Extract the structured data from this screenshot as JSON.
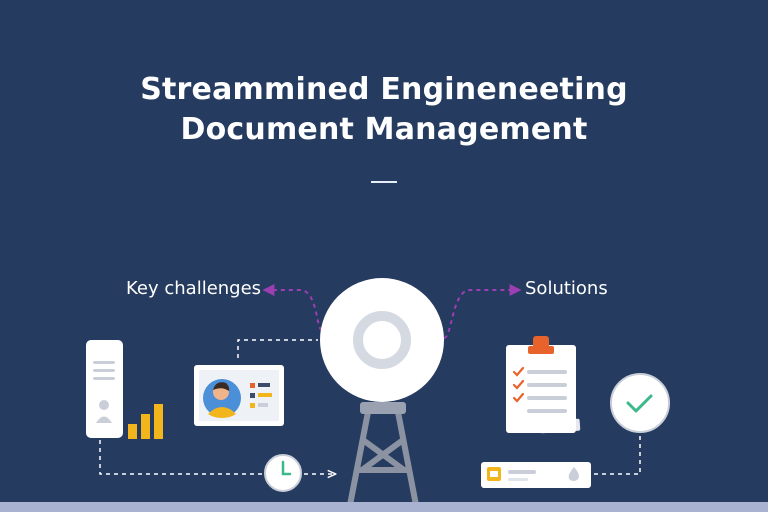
{
  "title": {
    "line1": "Streammined Engineneeting",
    "line2": "Document Management"
  },
  "labels": {
    "left": "Key challenges",
    "right": "Solutions"
  },
  "colors": {
    "background": "#253b60",
    "accent_purple": "#9b3fb3",
    "yellow": "#f2b61c",
    "orange": "#e8632c",
    "green": "#3bb98a"
  },
  "icons": [
    "document-icon",
    "bar-chart-icon",
    "profile-card-icon",
    "clock-icon",
    "disc-tower-icon",
    "clipboard-checklist-icon",
    "checkmark-clock-icon",
    "file-card-icon"
  ]
}
